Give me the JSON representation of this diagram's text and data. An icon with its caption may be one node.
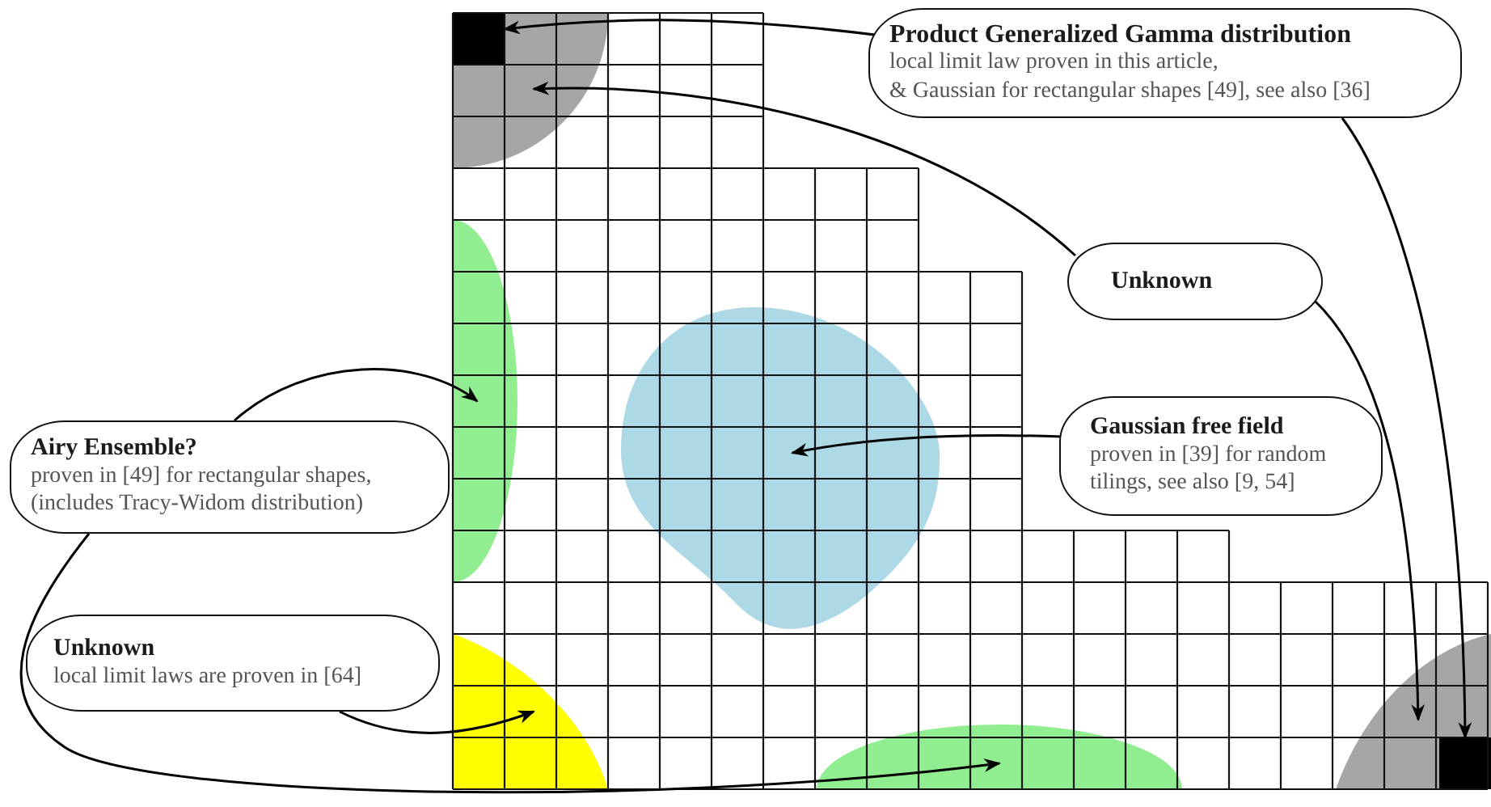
{
  "diagram": {
    "nodes": [
      {
        "text": [
          "Product Generalized Gamma distribution",
          "local limit law proven in this article,",
          "& Gaussian for rectangular shapes [49], see also [36]"
        ]
      },
      {
        "text": [
          "Unknown"
        ]
      },
      {
        "text": [
          "Airy Ensemble?",
          "proven in [49] for rectangular shapes,",
          "(includes Tracy-Widom distribution)"
        ]
      },
      {
        "text": [
          "Gaussian free field",
          "proven in [39] for random tilings, see also [9, 54]"
        ]
      },
      {
        "text": [
          "Unknown",
          "local limit laws are proven in [64]"
        ]
      },
      {
        "text": [],
        "shape": "box",
        "in": 6
      },
      {
        "text": [],
        "shape": "blob"
      },
      {
        "text": [],
        "shape": "blob"
      },
      {
        "text": [],
        "shape": "blob"
      },
      {
        "text": [],
        "shape": "blob"
      },
      {
        "text": [],
        "shape": "blob"
      },
      {
        "text": [],
        "shape": "blob"
      },
      {
        "text": [],
        "shape": "box",
        "in": 11
      }
    ],
    "edges": [
      {
        "from": 0,
        "to": 5,
        "arrow": "to"
      },
      {
        "from": 0,
        "to": 12,
        "arrow": "to"
      },
      {
        "from": 1,
        "to": 6,
        "arrow": "to"
      },
      {
        "from": 1,
        "to": 11,
        "arrow": "to"
      },
      {
        "from": 2,
        "to": 7,
        "arrow": "to"
      },
      {
        "from": 2,
        "to": 10,
        "arrow": "to"
      },
      {
        "from": 3,
        "to": 8,
        "arrow": "to"
      },
      {
        "from": 4,
        "to": 9,
        "arrow": "to"
      }
    ]
  }
}
